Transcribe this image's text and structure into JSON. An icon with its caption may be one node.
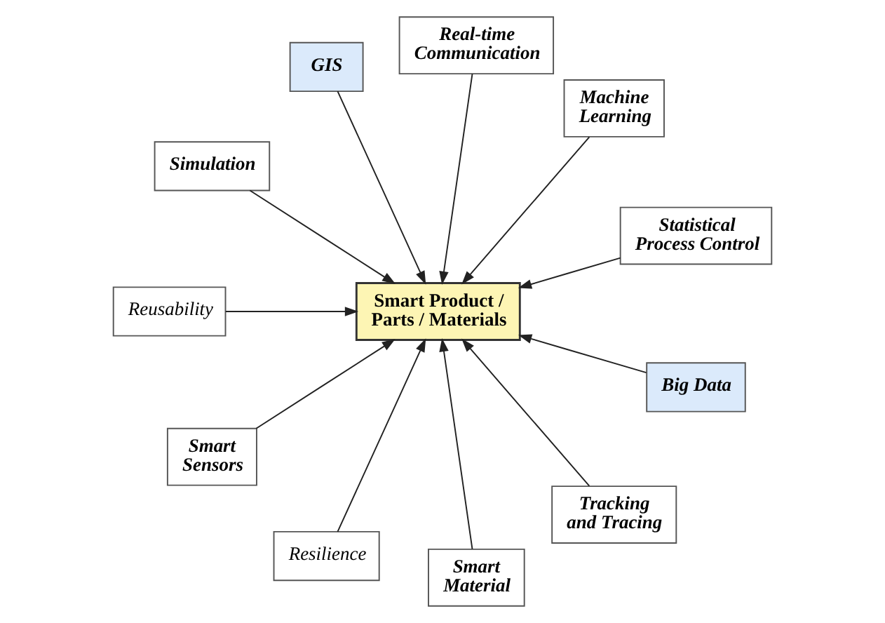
{
  "diagram": {
    "nodes": [
      {
        "text": [
          "Statistical Process Control"
        ]
      },
      {
        "text": [
          "Machine Learning"
        ]
      },
      {
        "text": [
          "Real-time Communication"
        ]
      },
      {
        "text": [
          "GIS"
        ]
      },
      {
        "text": [
          "Simulation"
        ]
      },
      {
        "text": [
          "Smart Product / Parts / Materials"
        ]
      },
      {
        "text": [
          "Reusability"
        ]
      },
      {
        "text": [
          "Smart Sensors"
        ]
      },
      {
        "text": [
          "Resilience"
        ]
      },
      {
        "text": [
          "Smart Material"
        ]
      },
      {
        "text": [
          "Tracking and Tracing"
        ]
      },
      {
        "text": [
          "Big Data"
        ]
      }
    ],
    "edges": [
      {
        "from": 0,
        "to": 5,
        "arrow": "to"
      },
      {
        "from": 1,
        "to": 5,
        "arrow": "to"
      },
      {
        "from": 2,
        "to": 5,
        "arrow": "to"
      },
      {
        "from": 3,
        "to": 5,
        "arrow": "to"
      },
      {
        "from": 4,
        "to": 5,
        "arrow": "to"
      },
      {
        "from": 6,
        "to": 5,
        "arrow": "to"
      },
      {
        "from": 7,
        "to": 5,
        "arrow": "to"
      },
      {
        "from": 8,
        "to": 5,
        "arrow": "to"
      },
      {
        "from": 9,
        "to": 5,
        "arrow": "to"
      },
      {
        "from": 10,
        "to": 5,
        "arrow": "to"
      },
      {
        "from": 11,
        "to": 5,
        "arrow": "to"
      }
    ]
  }
}
